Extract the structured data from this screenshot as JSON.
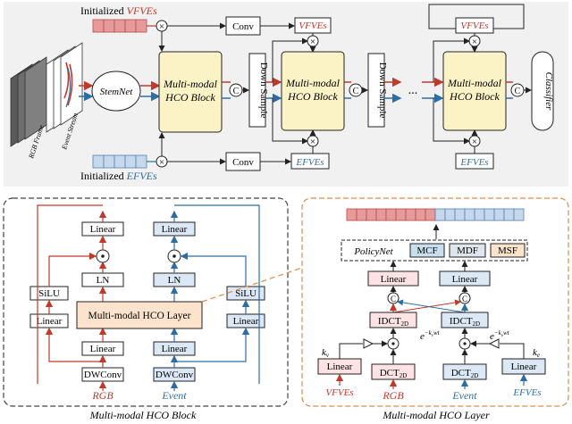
{
  "top": {
    "init_vfve": {
      "prefix": "Initialized ",
      "name": "VFVEs"
    },
    "init_efve": {
      "prefix": "Initialized ",
      "name": "EFVEs"
    },
    "rgb_frame": "RGB Frame",
    "event_stream": "Event Stream",
    "stemnet": "StemNet",
    "hco_block_line1": "Multi-modal",
    "hco_block_line2": "HCO Block",
    "down_sample": "Down Sample",
    "conv": "Conv",
    "vfves": "VFVEs",
    "efves": "EFVEs",
    "ellipsis": "...",
    "classifier": "Classifier",
    "concat_symbol": "C",
    "multiply_symbol": "×"
  },
  "block": {
    "caption": "Multi-modal HCO Block",
    "linear": "Linear",
    "ln": "LN",
    "silu": "SiLU",
    "dwconv": "DWConv",
    "layer_label": "Multi-modal HCO Layer",
    "rgb": "RGB",
    "event": "Event",
    "dot_symbol": "⊙"
  },
  "layer": {
    "caption": "Multi-modal HCO Layer",
    "policynet": "PolicyNet",
    "mcf": "MCF",
    "mdf": "MDF",
    "msf": "MSF",
    "linear": "Linear",
    "idct": "IDCT",
    "dct": "DCT",
    "sub2d": "2D",
    "decay": "e",
    "decay_exp": "−k",
    "decay_exp_tail": "wt",
    "kv": "k",
    "kv_sub": "v",
    "ke": "k",
    "ke_sub": "e",
    "vfves": "VFVEs",
    "efves": "EFVEs",
    "rgb": "RGB",
    "event": "Event"
  },
  "colors": {
    "red": "#c0392b",
    "blue": "#2e6da4",
    "yellow_block": "#fbf3c6",
    "orange_layer": "#fbe3cc",
    "light_blue": "#dce8f5",
    "light_red": "#fde3e3",
    "panel_bg": "#f1f1f1"
  }
}
